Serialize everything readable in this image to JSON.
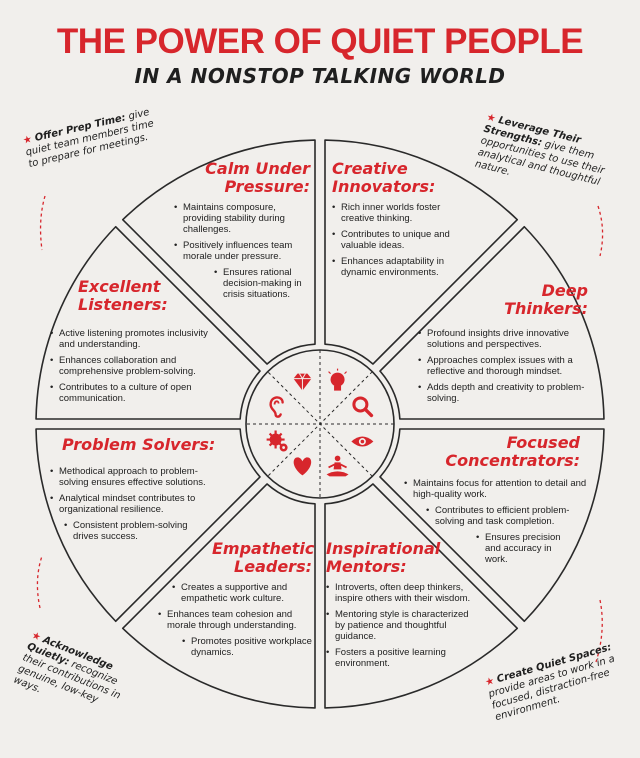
{
  "title": "THE POWER OF QUIET PEOPLE",
  "subtitle": "IN A NONSTOP TALKING WORLD",
  "accent_color": "#d7262c",
  "center_icons": [
    "gem-icon",
    "lightbulb-icon",
    "magnifier-icon",
    "eye-icon",
    "meditation-icon",
    "heart-icon",
    "gears-icon",
    "ear-icon"
  ],
  "segments": {
    "calm": {
      "title": "Calm Under Pressure:",
      "bullets": [
        "Maintains composure, providing stability during challenges.",
        "Positively influences team morale under pressure.",
        "Ensures rational decision-making in crisis situations."
      ]
    },
    "creative": {
      "title": "Creative Innovators:",
      "bullets": [
        "Rich inner worlds foster creative thinking.",
        "Contributes to unique and valuable ideas.",
        "Enhances adaptability in dynamic environments."
      ]
    },
    "listeners": {
      "title": "Excellent Listeners:",
      "bullets": [
        "Active listening promotes inclusivity and understanding.",
        "Enhances collaboration and comprehensive problem-solving.",
        "Contributes to a culture of open communication."
      ]
    },
    "deep": {
      "title": "Deep Thinkers:",
      "bullets": [
        "Profound insights drive innovative solutions and perspectives.",
        "Approaches complex issues with a reflective and thorough mindset.",
        "Adds depth and creativity to problem-solving."
      ]
    },
    "solvers": {
      "title": "Problem Solvers:",
      "bullets": [
        "Methodical approach to problem-solving ensures effective solutions.",
        "Analytical mindset contributes to organizational resilience.",
        "Consistent problem-solving drives success."
      ]
    },
    "focused": {
      "title": "Focused Concentrators:",
      "bullets": [
        "Maintains focus for attention to detail and high-quality work.",
        "Contributes to efficient problem-solving and task completion.",
        "Ensures precision and accuracy in work."
      ]
    },
    "empathetic": {
      "title": "Empathetic Leaders:",
      "bullets": [
        "Creates a supportive and empathetic work culture.",
        "Enhances team cohesion and morale through understanding.",
        "Promotes positive workplace dynamics."
      ]
    },
    "inspirational": {
      "title": "Inspirational Mentors:",
      "bullets": [
        "Introverts, often deep thinkers, inspire others with their wisdom.",
        "Mentoring style is characterized by patience and thoughtful guidance.",
        "Fosters a positive learning environment."
      ]
    }
  },
  "notes": {
    "prep": {
      "head": "Offer Prep Time:",
      "body": "give quiet team members time to prepare for meetings."
    },
    "leverage": {
      "head": "Leverage Their Strengths:",
      "body": "give them opportunities to use their analytical and thoughtful nature."
    },
    "acknowledge": {
      "head": "Acknowledge Quietly:",
      "body": "recognize their contributions in genuine, low-key ways."
    },
    "spaces": {
      "head": "Create Quiet Spaces:",
      "body": "provide areas to work in a focused, distraction-free environment."
    }
  }
}
